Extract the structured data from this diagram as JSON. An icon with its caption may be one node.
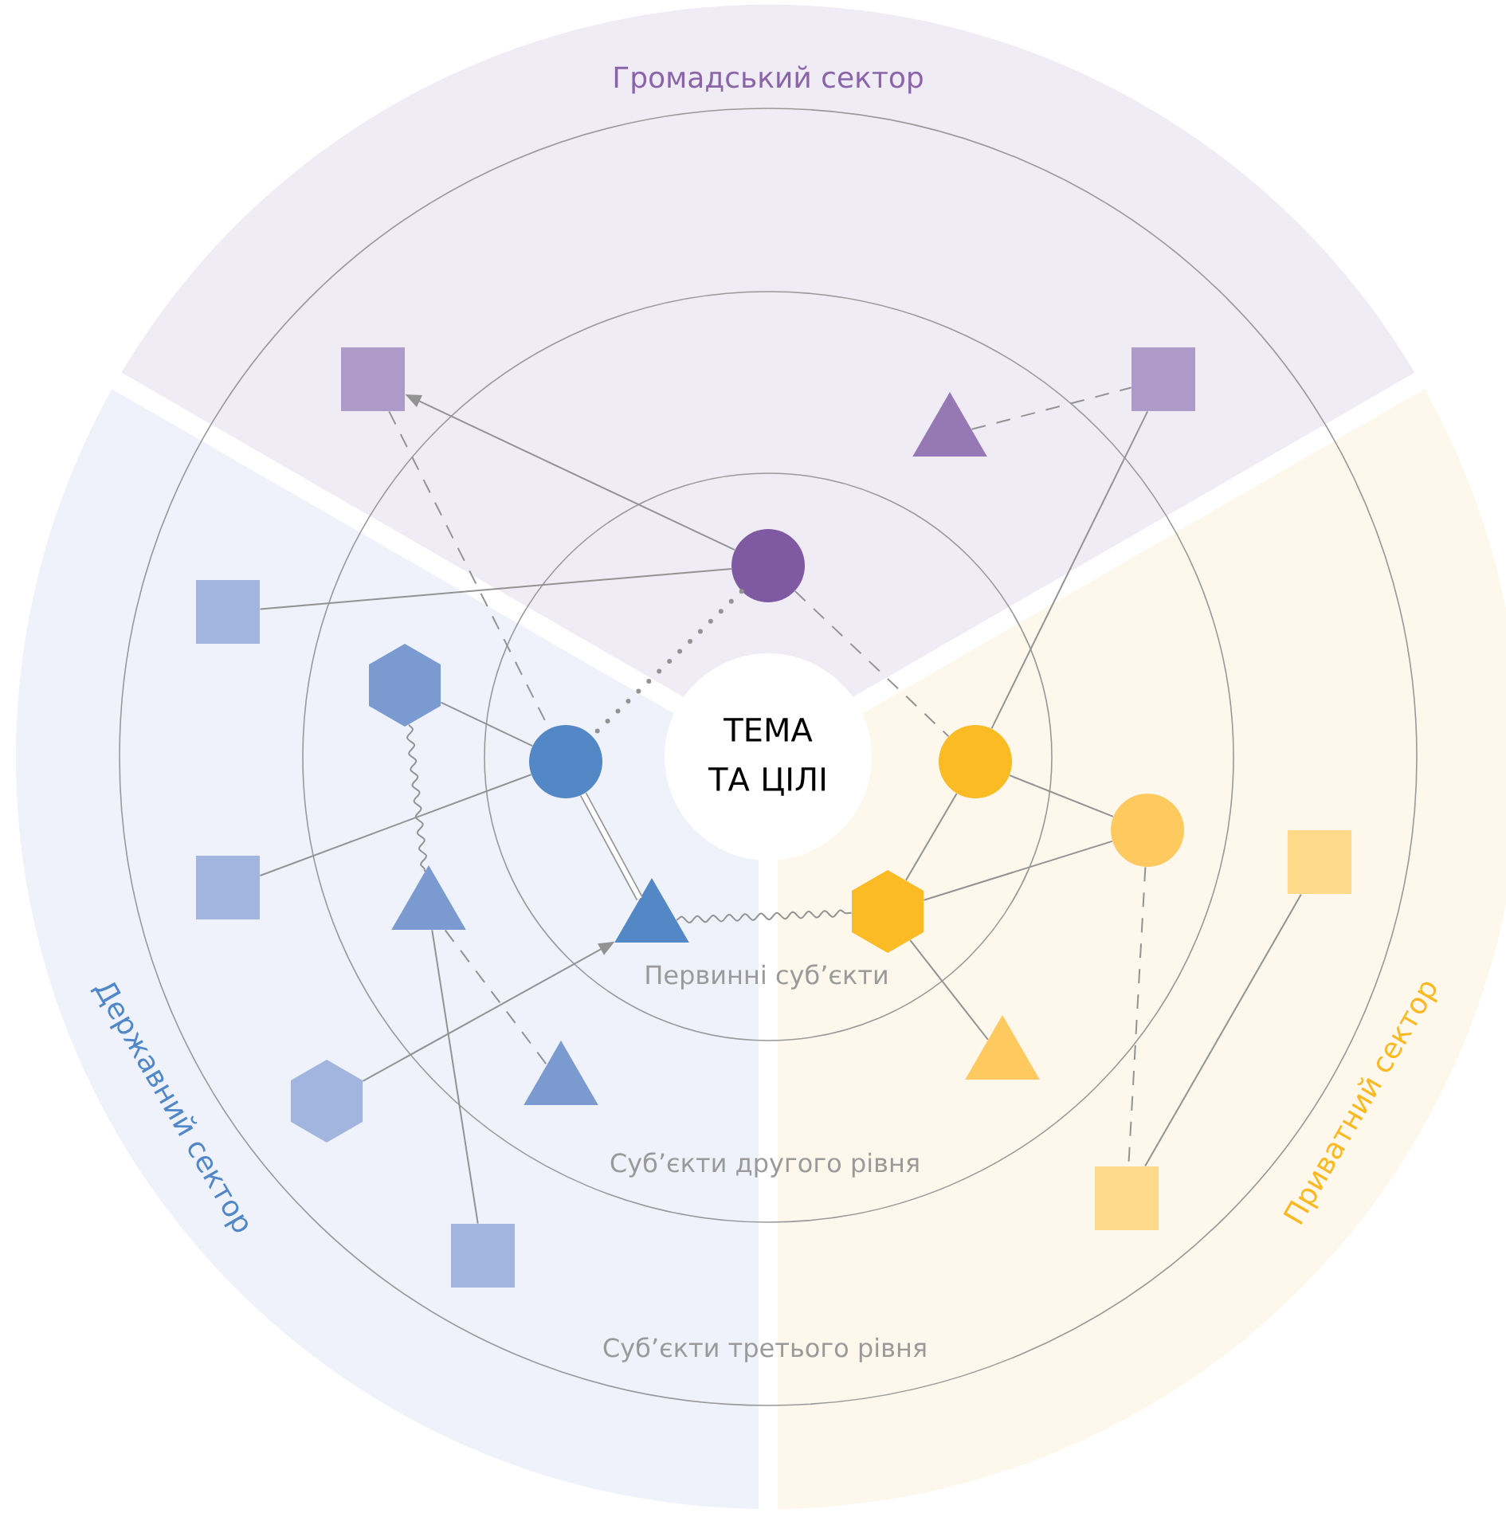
{
  "diagram": {
    "nodes": [
      {
        "text": [
          "ТЕМА ТА ЦІЛІ"
        ]
      },
      {
        "text": [],
        "shape": "circle"
      },
      {
        "text": [],
        "shape": "box"
      },
      {
        "text": [],
        "shape": "triangle"
      },
      {
        "text": [],
        "shape": "box"
      },
      {
        "text": [],
        "shape": "circle"
      },
      {
        "text": [],
        "shape": "triangle"
      },
      {
        "text": [],
        "shape": "hexagon"
      },
      {
        "text": [],
        "shape": "triangle"
      },
      {
        "text": [],
        "shape": "triangle"
      },
      {
        "text": [],
        "shape": "box"
      },
      {
        "text": [],
        "shape": "box"
      },
      {
        "text": [],
        "shape": "hexagon"
      },
      {
        "text": [],
        "shape": "box"
      },
      {
        "text": [],
        "shape": "circle"
      },
      {
        "text": [],
        "shape": "hexagon"
      },
      {
        "text": [],
        "shape": "circle"
      },
      {
        "text": [],
        "shape": "triangle"
      },
      {
        "text": [],
        "shape": "box"
      },
      {
        "text": [],
        "shape": "box"
      }
    ],
    "edges": [
      {
        "from": 1,
        "to": 2,
        "arrow": "to"
      },
      {
        "from": 1,
        "to": 10,
        "arrow": "none"
      },
      {
        "from": 1,
        "to": 5,
        "arrow": "none",
        "style": "dashed"
      },
      {
        "from": 1,
        "to": 14,
        "arrow": "none",
        "style": "dashed"
      },
      {
        "from": 2,
        "to": 5,
        "arrow": "none",
        "style": "dashed"
      },
      {
        "from": 3,
        "to": 4,
        "arrow": "none",
        "style": "dashed"
      },
      {
        "from": 4,
        "to": 14,
        "arrow": "none"
      },
      {
        "from": 5,
        "to": 7,
        "arrow": "none"
      },
      {
        "from": 5,
        "to": 11,
        "arrow": "none"
      },
      {
        "from": 5,
        "to": 6,
        "arrow": "none",
        "style": "thick"
      },
      {
        "from": 6,
        "to": 15,
        "arrow": "none"
      },
      {
        "from": 7,
        "to": 8,
        "arrow": "none"
      },
      {
        "from": 8,
        "to": 9,
        "arrow": "none",
        "style": "dashed"
      },
      {
        "from": 8,
        "to": 13,
        "arrow": "none"
      },
      {
        "from": 12,
        "to": 6,
        "arrow": "to"
      },
      {
        "from": 14,
        "to": 15,
        "arrow": "none"
      },
      {
        "from": 14,
        "to": 16,
        "arrow": "none"
      },
      {
        "from": 15,
        "to": 16,
        "arrow": "none"
      },
      {
        "from": 15,
        "to": 17,
        "arrow": "none"
      },
      {
        "from": 16,
        "to": 19,
        "arrow": "none",
        "style": "dashed"
      },
      {
        "from": 18,
        "to": 19,
        "arrow": "none"
      }
    ],
    "labels": [
      "Громадський сектор",
      "Державний сектор",
      "Приватний сектор",
      "Первинні суб’єкти",
      "Суб’єкти другого рівня",
      "Суб’єкти третього рівня"
    ]
  }
}
